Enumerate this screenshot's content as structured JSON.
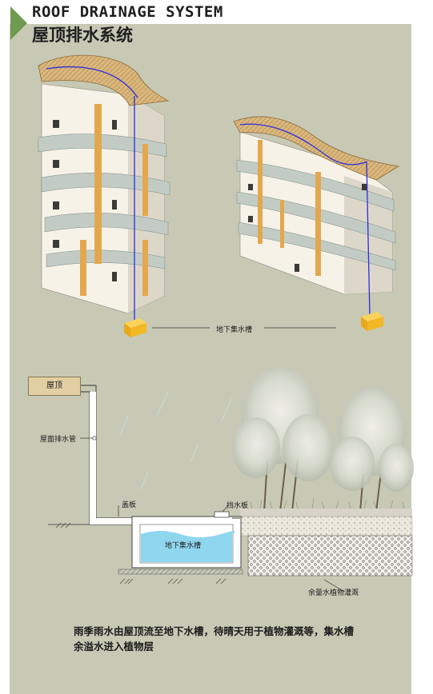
{
  "header": {
    "title_en": "ROOF DRAINAGE SYSTEM",
    "title_cn": "屋顶排水系统"
  },
  "labels": {
    "underground_tank_top": "地下集水槽",
    "roof": "屋顶",
    "roof_drain_pipe": "屋面排水管",
    "ground_level": "盖板",
    "water_board": "挡水板",
    "underground_tank_section": "地下集水槽",
    "overflow_irrigation": "余量水植物灌溉"
  },
  "caption": "雨季雨水由屋顶流至地下水槽，待晴天用于植物灌溉等，集水槽余溢水进入植物层",
  "colors": {
    "panel": "#c7c9b4",
    "accent_arrow": "#6f9a4f",
    "roof_wood": "#d9b77e",
    "drain_pipe": "#2d2de0",
    "tank": "#f2b825",
    "water": "#8fd6ef"
  }
}
